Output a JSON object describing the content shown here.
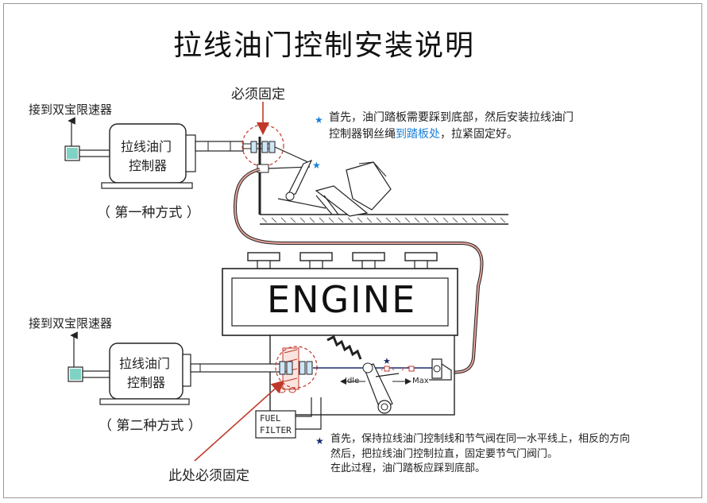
{
  "title": "拉线油门控制安装说明",
  "top": {
    "connect_label": "接到双宝限速器",
    "controller_line1": "拉线油门",
    "controller_line2": "控制器",
    "method_label": "（ 第一种方式 ）",
    "must_fix_label": "必须固定",
    "note": {
      "star": "★",
      "line1": "首先，油门踏板需要踩到底部，然后安装拉线油门",
      "line2_prefix": "控制器钢丝绳",
      "line2_highlight": "到踏板处",
      "line2_suffix": "，拉紧固定好。"
    }
  },
  "engine_label": "ENGINE",
  "bottom": {
    "connect_label": "接到双宝限速器",
    "controller_line1": "拉线油门",
    "controller_line2": "控制器",
    "method_label": "（ 第二种方式 ）",
    "must_fix_here_label": "此处必须固定",
    "idle_label": "Idle",
    "max_label": "Max",
    "fuel_filter_line1": "FUEL",
    "fuel_filter_line2": "FILTER",
    "note": {
      "star": "★",
      "line1": "首先，保持拉线油门控制线和节气阀在同一水平线上，相反的方向",
      "line2": "然后，把拉线油门控制拉直，固定要节气门阀门。",
      "line3": "在此过程，油门踏板应踩到底部。"
    }
  },
  "colors": {
    "blue_accent": "#1a7fd6",
    "dark_star": "#1b2a6b",
    "cable_red": "#c0392b",
    "outline": "#222222"
  }
}
